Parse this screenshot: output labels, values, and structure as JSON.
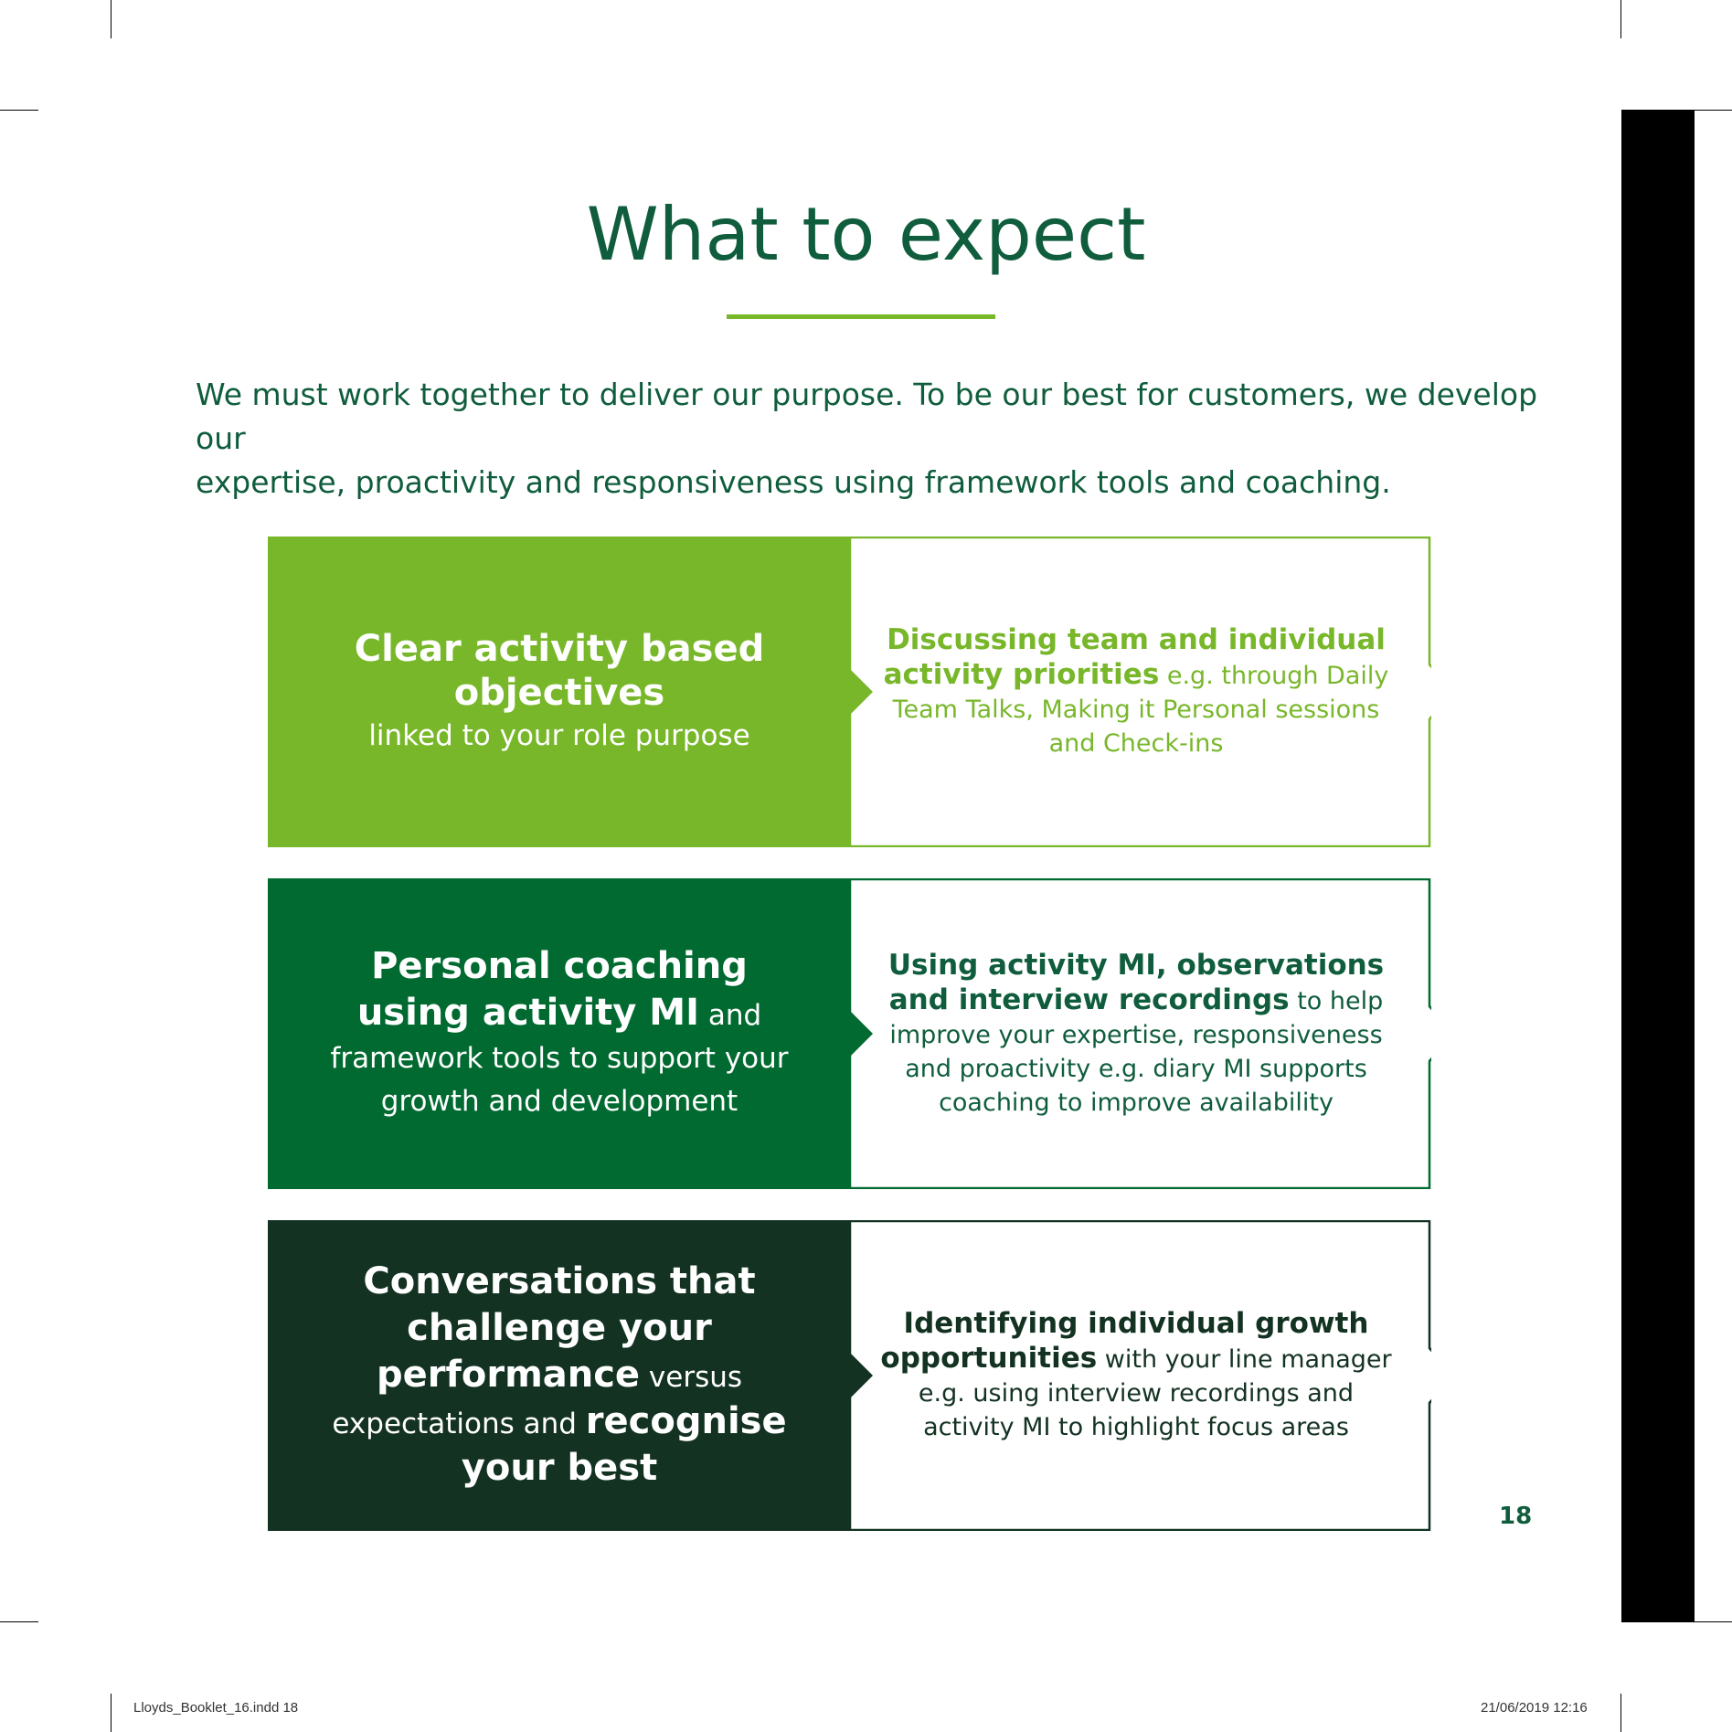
{
  "page": {
    "title": "What to expect",
    "intro_line1": "We must work together to deliver our purpose. To be our best for customers, we develop our",
    "intro_line2": "expertise, proactivity and responsiveness using framework tools and coaching.",
    "page_number": "18"
  },
  "colors": {
    "light_green": "#78b72a",
    "mid_green": "#006a30",
    "dark_green": "#133222",
    "heading_green": "#0f5d3c"
  },
  "rows": [
    {
      "left_bold": "Clear activity based objectives",
      "left_regular": "linked to your role purpose",
      "right_bold": "Discussing team and individual activity priorities",
      "right_regular": " e.g. through Daily Team Talks, Making it Personal sessions and Check-ins"
    },
    {
      "left_bold": "Personal coaching using activity MI",
      "left_regular": " and framework tools to support your growth and development",
      "right_bold": "Using activity MI, observations and interview recordings",
      "right_regular": "  to help improve your expertise, responsiveness and proactivity e.g. diary MI supports coaching to improve availability"
    },
    {
      "left_bold1": "Conversations that challenge your performance",
      "left_regular": " versus expectations and ",
      "left_bold2": "recognise your best",
      "right_bold": "Identifying individual growth opportunities",
      "right_regular": " with your line manager e.g. using interview recordings and activity MI to highlight focus areas"
    }
  ],
  "slug": {
    "file": "Lloyds_Booklet_16.indd   18",
    "date": "21/06/2019   12:16"
  }
}
